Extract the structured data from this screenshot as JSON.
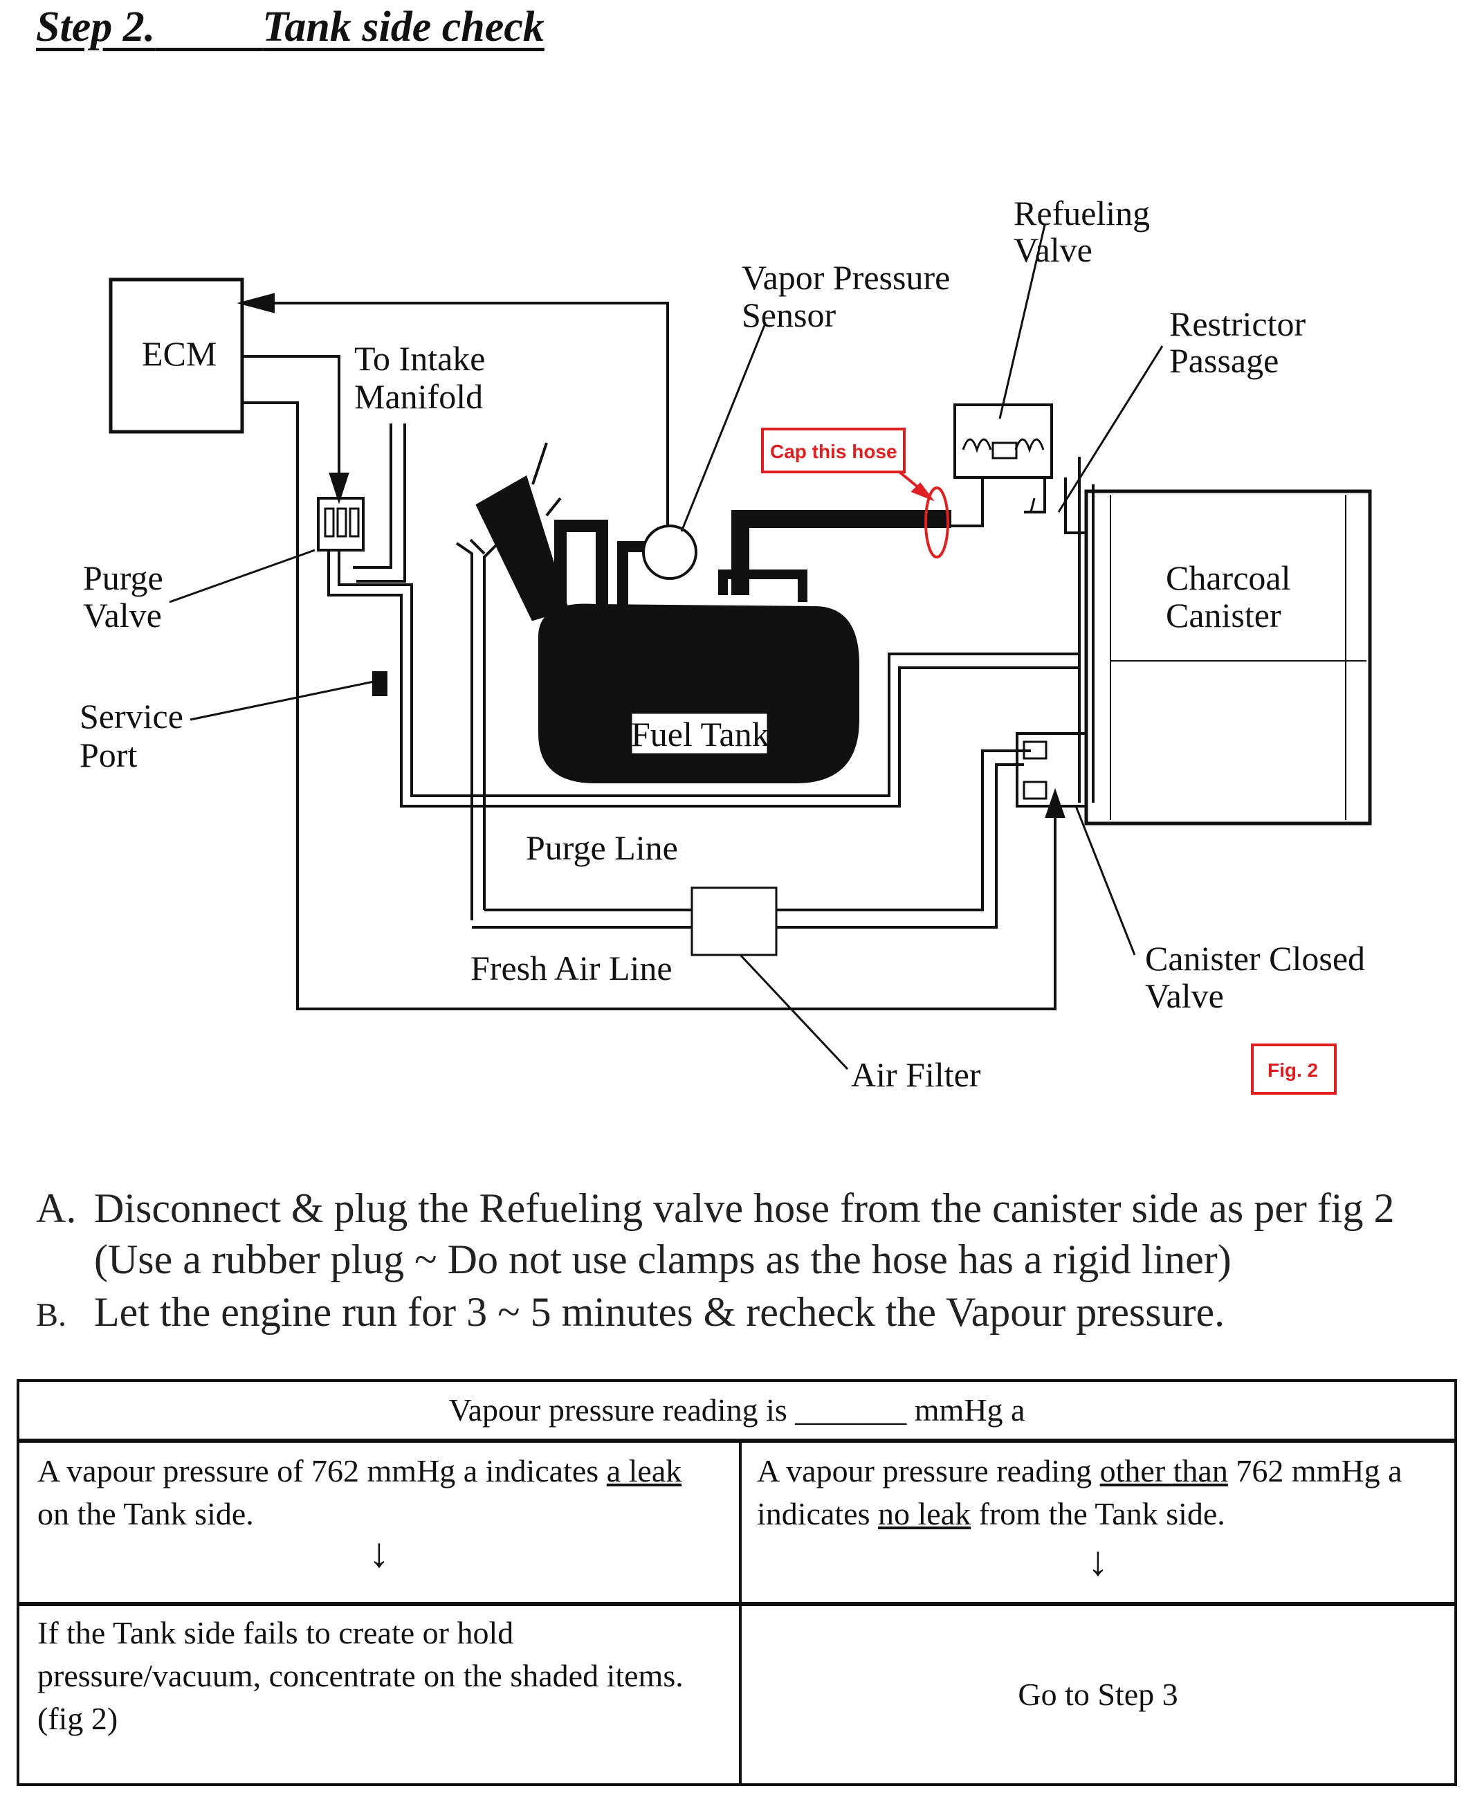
{
  "heading": {
    "step": "Step 2.",
    "title": "Tank side check"
  },
  "diagram": {
    "labels": {
      "ecm": "ECM",
      "to_intake_1": "To Intake",
      "to_intake_2": "Manifold",
      "vapor_pressure_1": "Vapor Pressure",
      "vapor_pressure_2": "Sensor",
      "refueling_1": "Refueling",
      "refueling_2": "Valve",
      "restrictor_1": "Restrictor",
      "restrictor_2": "Passage",
      "purge_valve_1": "Purge",
      "purge_valve_2": "Valve",
      "service_port_1": "Service",
      "service_port_2": "Port",
      "fuel_tank": "Fuel Tank",
      "charcoal_1": "Charcoal",
      "charcoal_2": "Canister",
      "purge_line": "Purge Line",
      "fresh_air_line": "Fresh Air Line",
      "canister_closed_1": "Canister Closed",
      "canister_closed_2": "Valve",
      "air_filter": "Air Filter",
      "cap_hose": "Cap this hose",
      "fig": "Fig. 2"
    },
    "colors": {
      "annotation": "#e02020",
      "line": "#111111"
    }
  },
  "instructions": {
    "a_letter": "A.",
    "a_line1": "Disconnect & plug the Refueling  valve hose from the canister side as per fig 2",
    "a_line2": "(Use a rubber plug  ~ Do not use clamps as the hose has a rigid liner)",
    "b_letter": "B.",
    "b_line1": "Let the engine run for 3 ~ 5 minutes & recheck the Vapour pressure."
  },
  "table": {
    "header_before": "Vapour pressure reading is ",
    "header_blank": "_______",
    "header_after": "  mmHg a",
    "left_pre": "A vapour pressure of 762 mmHg a indicates ",
    "left_under": "a leak",
    "left_post": "on the Tank side.",
    "right_pre": "A vapour pressure reading ",
    "right_under1": "other than",
    "right_mid": " 762 mmHg a",
    "right_pre2": "indicates ",
    "right_under2": "no leak",
    "right_post": " from the Tank side.",
    "arrow": "↓",
    "left_bottom_1": "If the Tank side fails to create or hold",
    "left_bottom_2": "pressure/vacuum, concentrate on the shaded items.",
    "left_bottom_3": "(fig 2)",
    "right_bottom": "Go to Step 3"
  }
}
